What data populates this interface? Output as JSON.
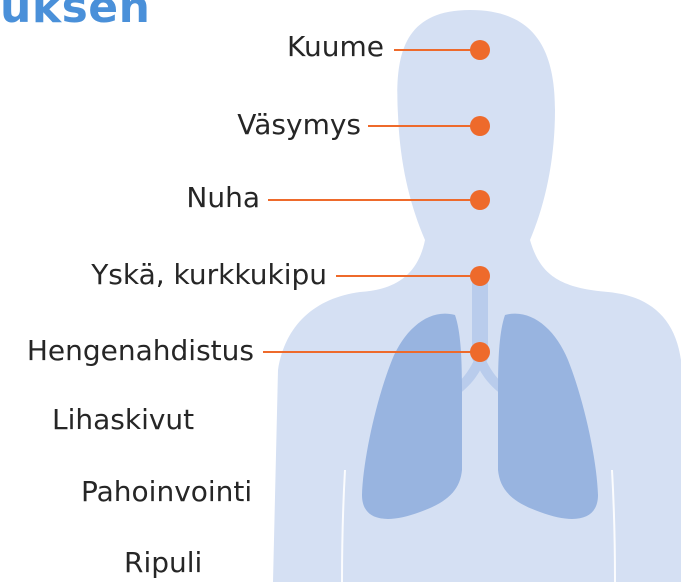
{
  "heading": "uksen",
  "colors": {
    "heading": "#4a90d9",
    "body": "#d5e0f3",
    "lungs": "#98b4e0",
    "trachea": "#b9ccec",
    "marker": "#ee6a2b",
    "text": "#262626"
  },
  "symptoms": [
    {
      "label": "Kuume",
      "marked": true
    },
    {
      "label": "Väsymys",
      "marked": true
    },
    {
      "label": "Nuha",
      "marked": true
    },
    {
      "label": "Yskä, kurkkukipu",
      "marked": true
    },
    {
      "label": "Hengenahdistus",
      "marked": true
    },
    {
      "label": "Lihaskivut",
      "marked": false
    },
    {
      "label": "Pahoinvointi",
      "marked": false
    },
    {
      "label": "Ripuli",
      "marked": false
    }
  ]
}
